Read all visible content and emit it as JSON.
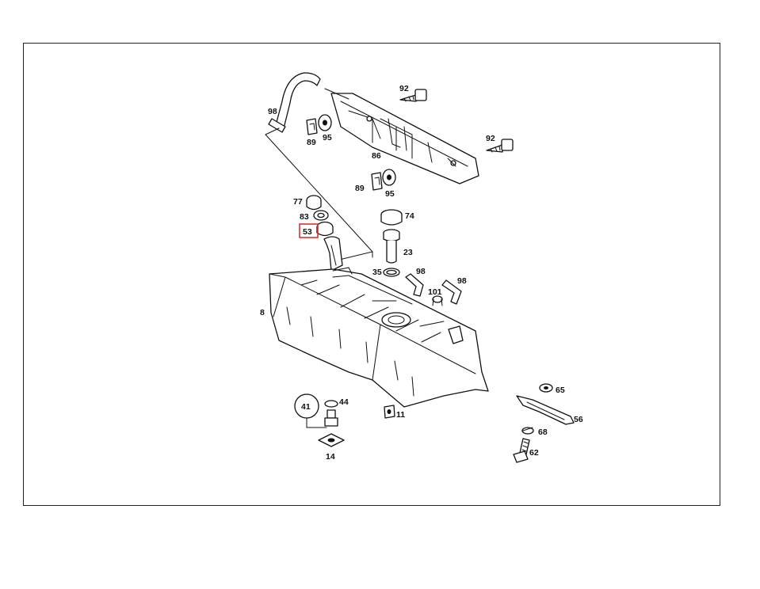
{
  "diagram": {
    "highlight_color": "#e0302a",
    "callouts": [
      {
        "id": "98",
        "text": "98"
      },
      {
        "id": "92a",
        "text": "92"
      },
      {
        "id": "89a",
        "text": "89"
      },
      {
        "id": "95a",
        "text": "95"
      },
      {
        "id": "92b",
        "text": "92"
      },
      {
        "id": "86",
        "text": "86"
      },
      {
        "id": "89b",
        "text": "89"
      },
      {
        "id": "95b",
        "text": "95"
      },
      {
        "id": "77",
        "text": "77"
      },
      {
        "id": "83",
        "text": "83"
      },
      {
        "id": "53",
        "text": "53",
        "highlighted": true
      },
      {
        "id": "74",
        "text": "74"
      },
      {
        "id": "23",
        "text": "23"
      },
      {
        "id": "35",
        "text": "35"
      },
      {
        "id": "98b",
        "text": "98"
      },
      {
        "id": "98c",
        "text": "98"
      },
      {
        "id": "101",
        "text": "101"
      },
      {
        "id": "8",
        "text": "8"
      },
      {
        "id": "65",
        "text": "65"
      },
      {
        "id": "56",
        "text": "56"
      },
      {
        "id": "68",
        "text": "68"
      },
      {
        "id": "62",
        "text": "62"
      },
      {
        "id": "41",
        "text": "41"
      },
      {
        "id": "44",
        "text": "44"
      },
      {
        "id": "11",
        "text": "11"
      },
      {
        "id": "14",
        "text": "14"
      }
    ]
  }
}
